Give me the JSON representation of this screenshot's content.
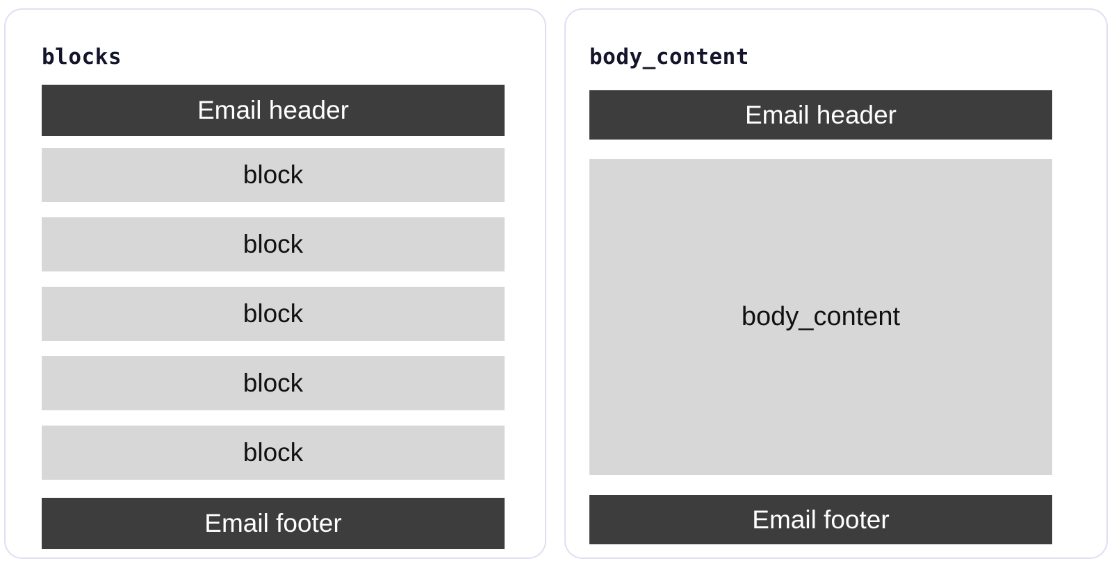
{
  "diagram": {
    "background_color": "#ffffff",
    "card_border_color": "#dfdff4",
    "dark_bar_color": "#3d3d3d",
    "gray_bar_color": "#d7d7d7",
    "title_color": "#14142b"
  },
  "panels": [
    {
      "title": "blocks",
      "header_label": "Email header",
      "footer_label": "Email footer",
      "blocks": [
        {
          "label": "block"
        },
        {
          "label": "block"
        },
        {
          "label": "block"
        },
        {
          "label": "block"
        },
        {
          "label": "block"
        }
      ]
    },
    {
      "title": "body_content",
      "header_label": "Email header",
      "footer_label": "Email footer",
      "body_label": "body_content"
    }
  ]
}
